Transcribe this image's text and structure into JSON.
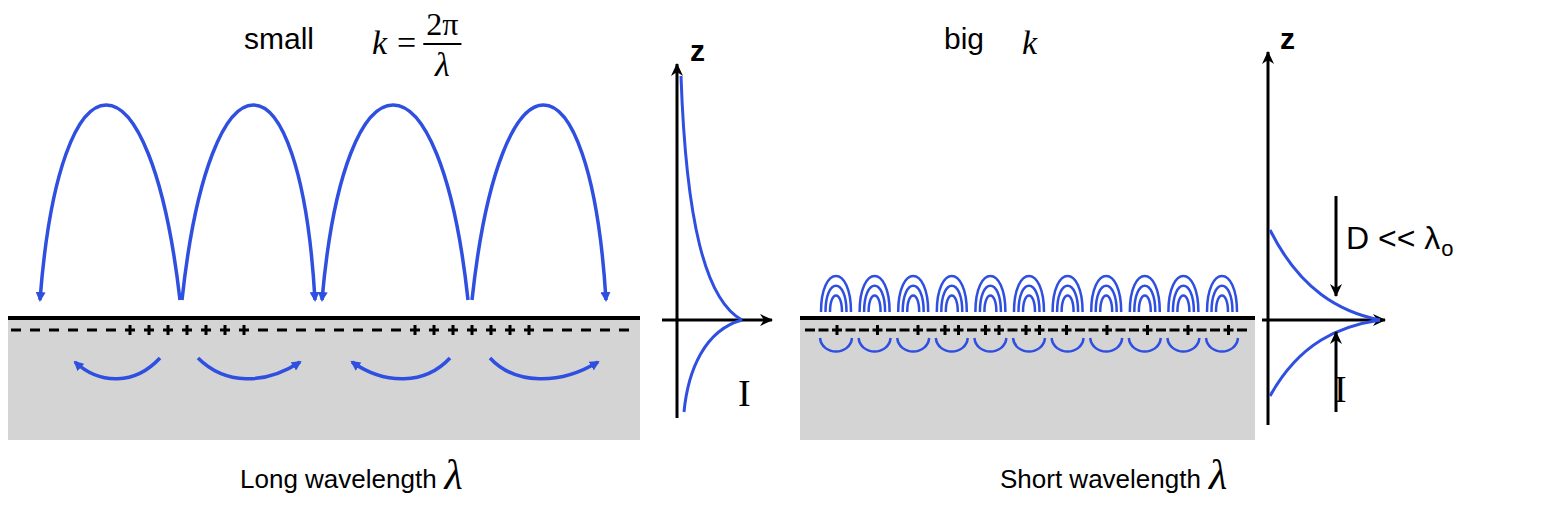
{
  "diagram": {
    "labels": [
      "small",
      "k",
      "=",
      "2π",
      "λ",
      "big",
      "k",
      "z",
      "I",
      "z",
      "D << λ",
      "o",
      "I",
      "Long wavelength",
      "λ",
      "Short wavelength",
      "λ"
    ]
  }
}
